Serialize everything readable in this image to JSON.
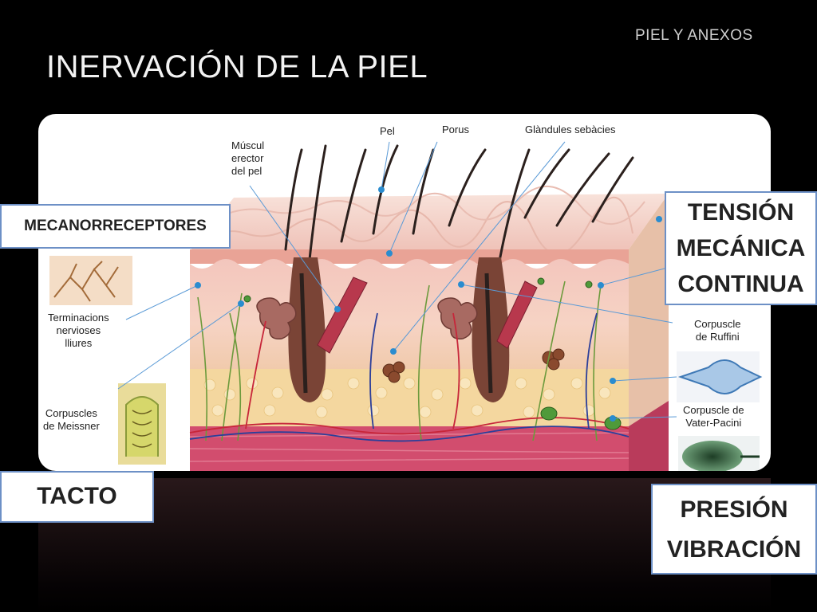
{
  "header": {
    "subtitle": "PIEL Y ANEXOS",
    "title": "INERVACIÓN DE LA PIEL"
  },
  "diagram_labels": {
    "musculo": [
      "Múscul",
      "erector",
      "del pel"
    ],
    "pel": "Pel",
    "porus": "Porus",
    "glandules": "Glàndules sebàcies",
    "terminacions": [
      "Terminacions",
      "nervioses",
      "lliures"
    ],
    "meissner": [
      "Corpuscles",
      "de Meissner"
    ],
    "ruffini": [
      "Corpuscle",
      "de Ruffini"
    ],
    "pacini": [
      "Corpuscle de",
      "Vater-Pacini"
    ]
  },
  "callouts": {
    "mecanorreceptores": "MECANORRECEPTORES",
    "tacto": "TACTO",
    "tension": [
      "TENSIÓN",
      "MECÁNICA",
      "CONTINUA"
    ],
    "presion": [
      "PRESIÓN",
      "VIBRACIÓN"
    ]
  },
  "colors": {
    "background": "#000000",
    "callout_border": "#6d90c6",
    "pointer_dot": "#2a8ccf"
  }
}
